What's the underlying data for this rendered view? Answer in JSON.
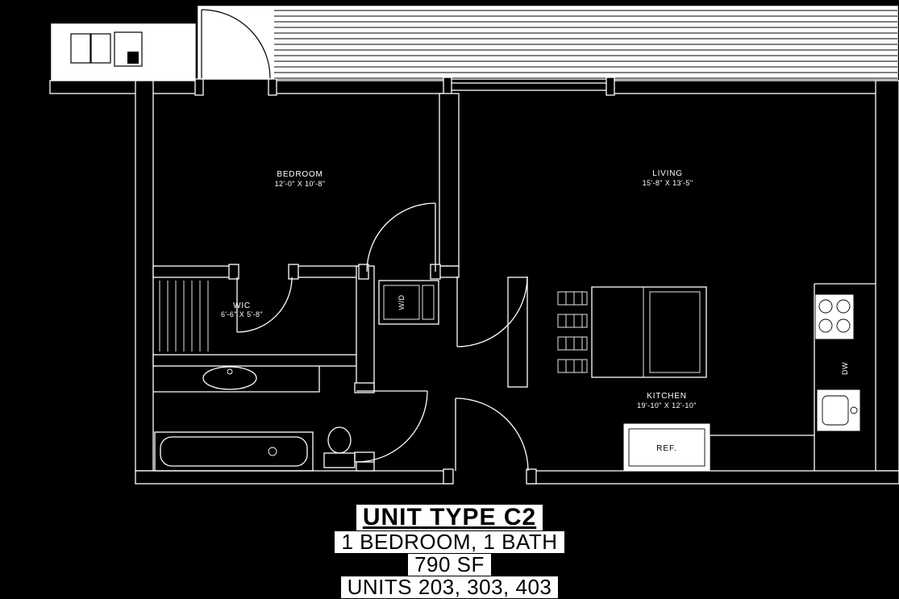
{
  "colors": {
    "background": "#000000",
    "linework_white": "#ffffff",
    "linework_black": "#000000",
    "paper_white": "#ffffff"
  },
  "plan": {
    "rooms": {
      "bedroom": {
        "name": "BEDROOM",
        "dims": "12'-0\" X 10'-8\""
      },
      "living": {
        "name": "LIVING",
        "dims": "15'-8\" X 13'-5\""
      },
      "wic": {
        "name": "WIC",
        "dims": "6'-6\" X 5'-8\""
      },
      "kitchen": {
        "name": "KITCHEN",
        "dims": "19'-10\" X 12'-10\""
      }
    },
    "fixtures": {
      "washer_dryer": "W/D",
      "dishwasher": "DW",
      "refrigerator": "REF."
    }
  },
  "title_block": {
    "unit_type": "UNIT TYPE C2",
    "bed_bath": "1 BEDROOM, 1 BATH",
    "area": "790 SF",
    "units": "UNITS 203, 303, 403"
  }
}
